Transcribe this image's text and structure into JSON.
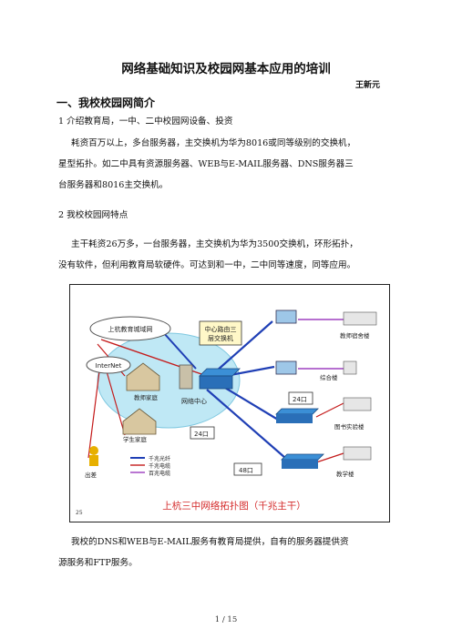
{
  "doc": {
    "title": "网络基础知识及校园网基本应用的培训",
    "author": "王新元",
    "heading1": "一、我校校园网简介",
    "item1_title": "1  介绍教育局，一中、二中校园网设备、投资",
    "para1_line1": "耗资百万以上，多台服务器，主交换机为华为8016或同等级别的交换机，",
    "para1_line2": "星型拓扑。如二中具有资源服务器、WEB与E-MAIL服务器、DNS服务器三",
    "para1_line3": "台服务器和8016主交换机。",
    "item2_title": "2  我校校园网特点",
    "para2_line1": "主干耗资26万多，一台服务器，主交换机为华为3500交换机，环形拓扑，",
    "para2_line2": "没有软件，但利用教育局软硬件。可达到和一中，二中同等速度，同等应用。",
    "para3_line1": "我校的DNS和WEB与E-MAIL服务有教育局提供，自有的服务器提供资",
    "para3_line2": "源服务和FTP服务。",
    "footer": "1 / 15"
  },
  "figure": {
    "cloud_top": "上杭教育城域网",
    "cloud_internet": "InterNet",
    "core_label_line1": "中心路由三",
    "core_label_line2": "层交换机",
    "center_label": "网络中心",
    "teacher_home": "教师家庭",
    "student_home": "学生家庭",
    "traveler": "出差",
    "bldg1": "教师宿舍楼",
    "bldg2": "综合楼",
    "bldg3": "图书实验楼",
    "bldg4": "教学楼",
    "port24_a": "24口",
    "port24_b": "24口",
    "port48": "48口",
    "legend1": "千兆光纤",
    "legend2": "千兆电缆",
    "legend3": "百兆电缆",
    "caption": "上杭三中网络拓扑图（千兆主干）",
    "corner_mark": "25",
    "colors": {
      "fiber": "#1f3fb5",
      "gige": "#c41b1b",
      "fe": "#8a1ab5",
      "ring": "#bfe8f5",
      "caption": "#d42a2a"
    }
  }
}
